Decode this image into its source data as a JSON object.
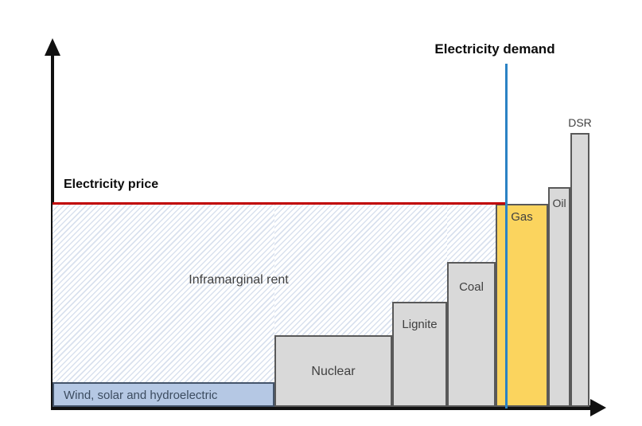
{
  "chart_data": {
    "type": "bar",
    "subtype": "merit-order-supply-stack",
    "title": "",
    "xlabel": "",
    "ylabel": "",
    "x_ticks": [],
    "y_ticks": [],
    "grid": false,
    "bars": [
      {
        "label": "Wind, solar and hydroelectric",
        "width_rel": 279,
        "height_rel": 31,
        "color": "#b5c8e4"
      },
      {
        "label": "Nuclear",
        "width_rel": 148,
        "height_rel": 90,
        "color": "#d9d9d9"
      },
      {
        "label": "Lignite",
        "width_rel": 69,
        "height_rel": 132,
        "color": "#d9d9d9"
      },
      {
        "label": "Coal",
        "width_rel": 61,
        "height_rel": 182,
        "color": "#d9d9d9"
      },
      {
        "label": "Gas",
        "width_rel": 66,
        "height_rel": 255,
        "color": "#fbd45e"
      },
      {
        "label": "Oil",
        "width_rel": 28,
        "height_rel": 276,
        "color": "#d9d9d9"
      },
      {
        "label": "DSR",
        "width_rel": 24,
        "height_rel": 344,
        "color": "#d9d9d9"
      }
    ],
    "annotations": {
      "price_line": {
        "label": "Electricity price",
        "orientation": "horizontal",
        "color": "#c00000",
        "level_rel": 255
      },
      "demand_line": {
        "label": "Electricity demand",
        "orientation": "vertical",
        "color": "#2b82c4",
        "position_rel": 570
      },
      "rent_area": {
        "label": "Inframarginal rent",
        "style": "hatched",
        "hatch_color": "#d9e1ee"
      }
    }
  },
  "colors": {
    "price_line": "#c00000",
    "demand_line": "#2b82c4",
    "axis": "#111111",
    "bar_border": "#595959",
    "wind_bar": "#b5c8e4",
    "gas_bar": "#fbd45e",
    "gray_bar": "#d9d9d9"
  }
}
